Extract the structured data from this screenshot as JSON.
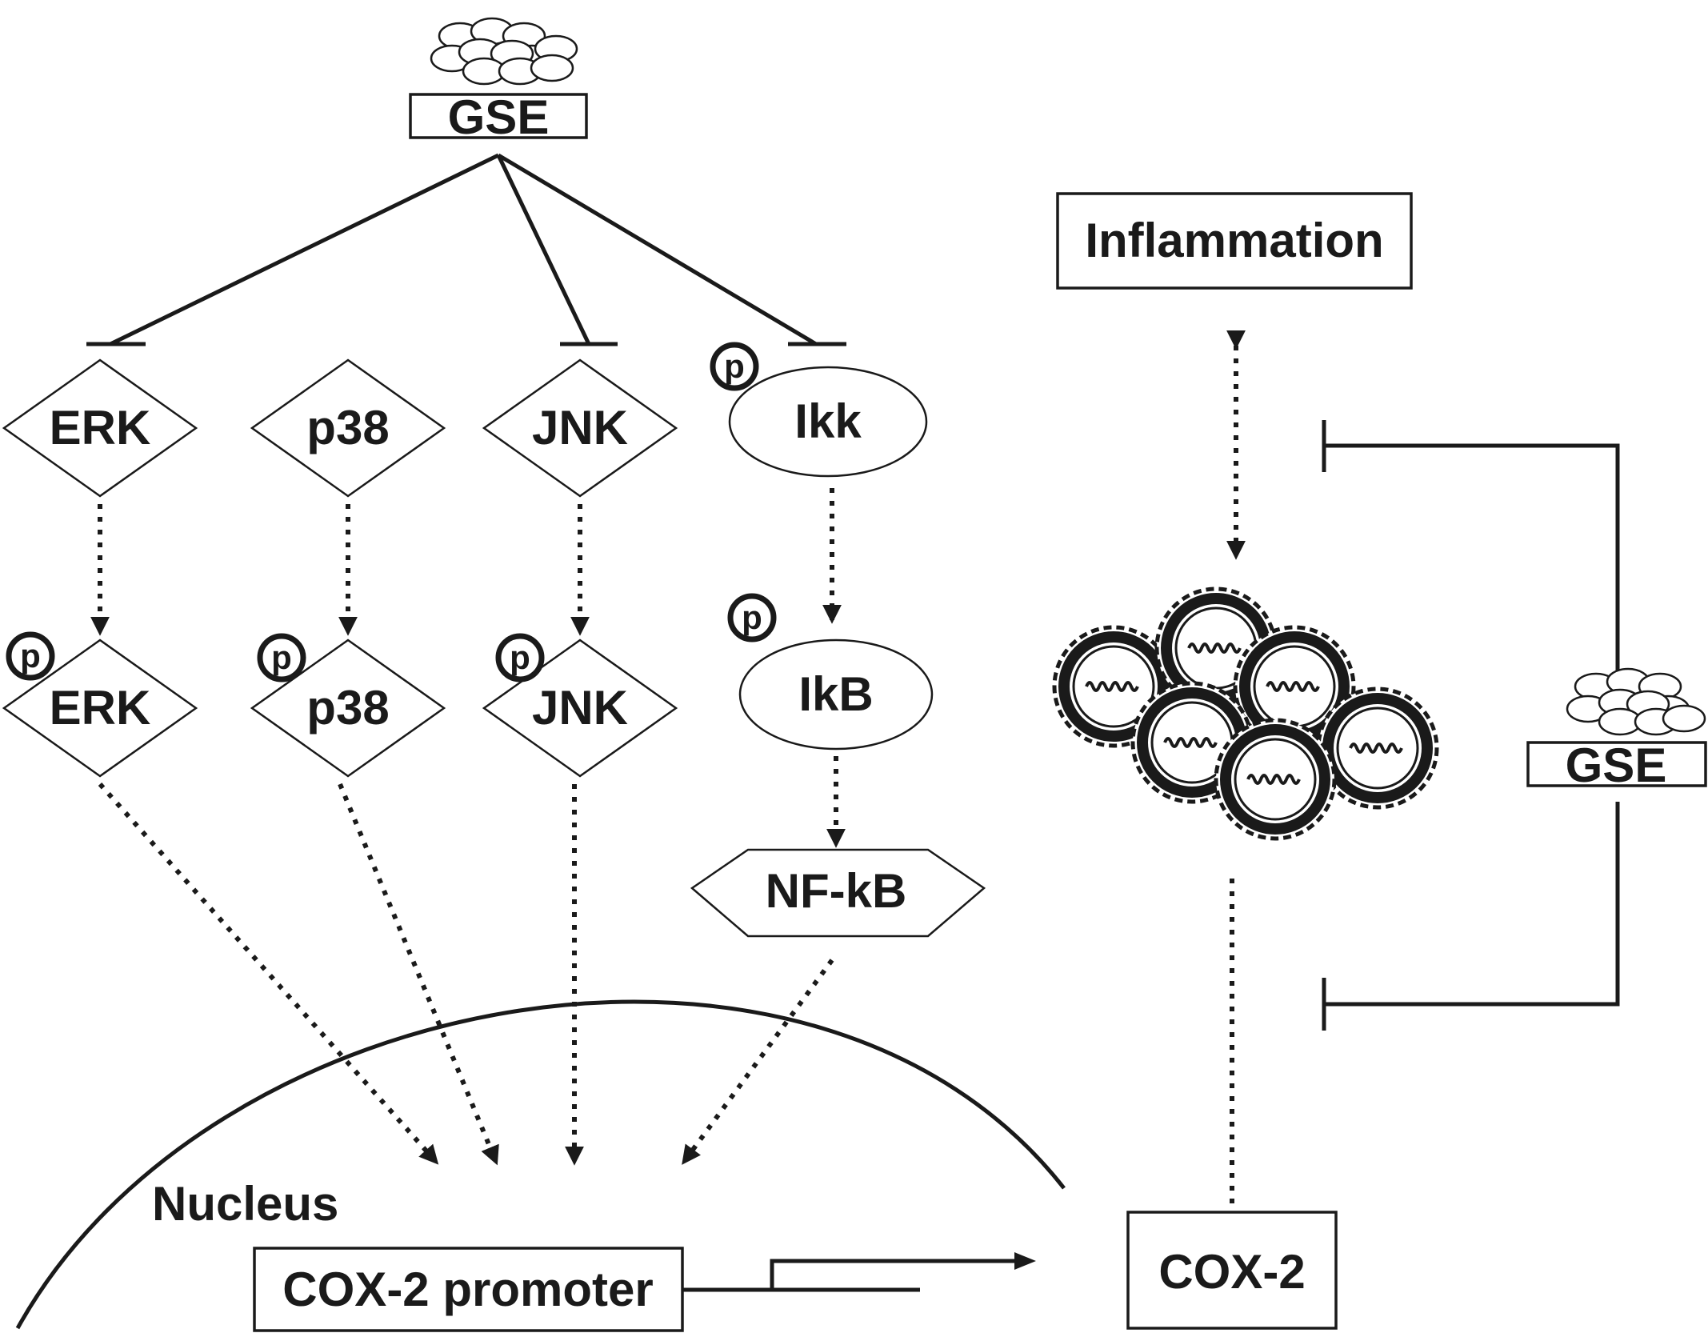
{
  "diagram": {
    "nodes": {
      "gse_top": "GSE",
      "erk": "ERK",
      "p38": "p38",
      "jnk": "JNK",
      "ikk": "Ikk",
      "p_erk": "ERK",
      "p_p38": "p38",
      "p_jnk": "JNK",
      "ikb": "IkB",
      "nfkb": "NF-kB",
      "nucleus": "Nucleus",
      "cox2_promoter": "COX-2 promoter",
      "cox2": "COX-2",
      "inflammation": "Inflammation",
      "gse_right": "GSE"
    },
    "phospho_mark": "p",
    "icons": {
      "grape_seed_cluster": "grape-seed-cluster-icon",
      "tumor_cells": "tumor-cell-cluster-icon"
    }
  }
}
